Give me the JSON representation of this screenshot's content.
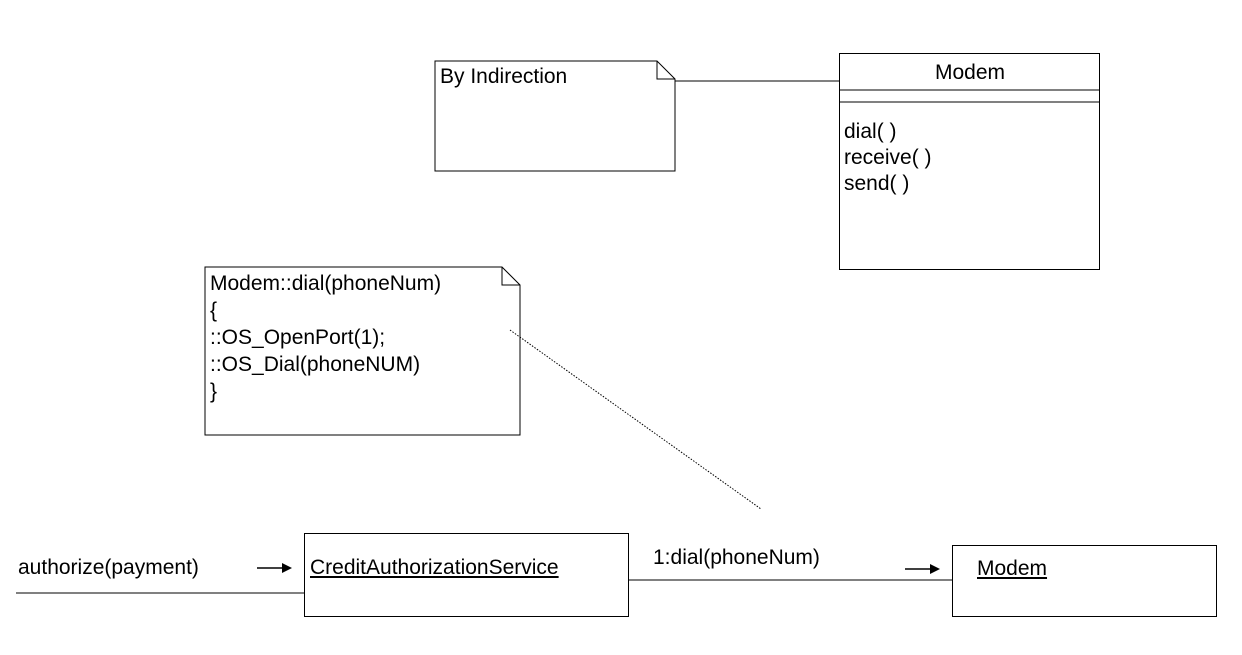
{
  "note_indirection": {
    "text": "By Indirection"
  },
  "modem_class": {
    "name": "Modem",
    "operations": [
      "dial( )",
      "receive( )",
      "send( )"
    ]
  },
  "note_code": {
    "lines": [
      "Modem::dial(phoneNum)",
      "{",
      "::OS_OpenPort(1);",
      "::OS_Dial(phoneNUM)",
      "}"
    ]
  },
  "collaboration": {
    "incoming_message": "authorize(payment)",
    "service_object": "CreditAuthorizationService",
    "link_message": "1:dial(phoneNum)",
    "modem_object": "Modem"
  }
}
